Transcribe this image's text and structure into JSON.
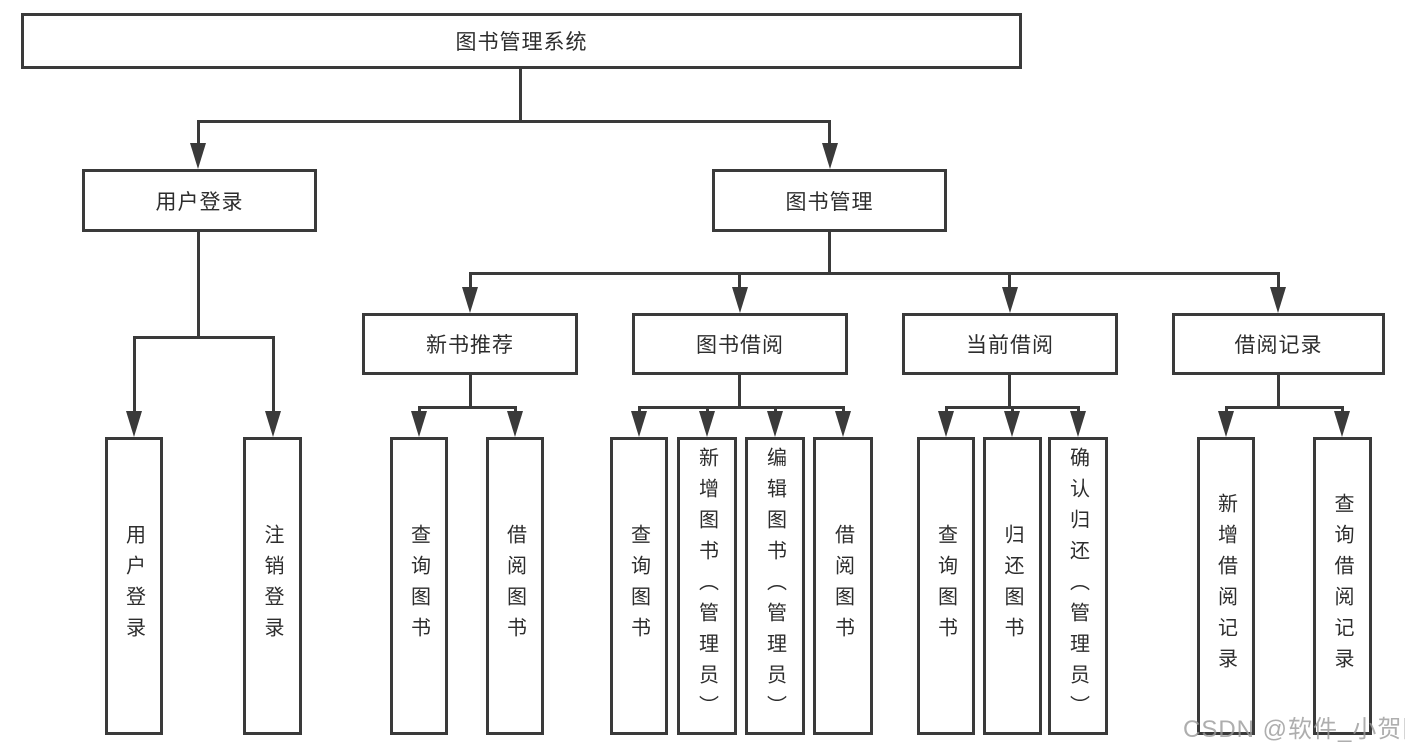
{
  "colors": {
    "line": "#3a3a3a",
    "text": "#2d2d2d",
    "background": "#ffffff",
    "watermark": "#9b9b9b"
  },
  "watermark": "CSDN @软件_小贺同学",
  "tree": {
    "root": "图书管理系统",
    "branches": [
      {
        "label": "用户登录",
        "leaves": [
          "用户登录",
          "注销登录"
        ]
      },
      {
        "label": "图书管理",
        "groups": [
          {
            "label": "新书推荐",
            "leaves": [
              "查询图书",
              "借阅图书"
            ]
          },
          {
            "label": "图书借阅",
            "leaves": [
              "查询图书",
              "新增图书（管理员）",
              "编辑图书（管理员）",
              "借阅图书"
            ]
          },
          {
            "label": "当前借阅",
            "leaves": [
              "查询图书",
              "归还图书",
              "确认归还（管理员）"
            ]
          },
          {
            "label": "借阅记录",
            "leaves": [
              "新增借阅记录",
              "查询借阅记录"
            ]
          }
        ]
      }
    ]
  }
}
